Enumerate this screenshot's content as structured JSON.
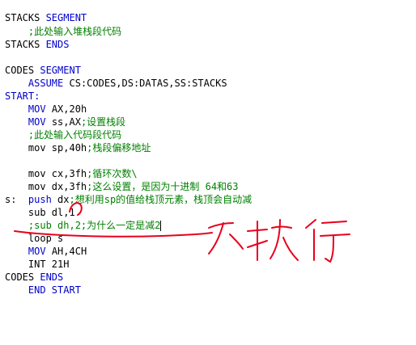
{
  "code": {
    "l1": {
      "a": "STACKS ",
      "b": "SEGMENT"
    },
    "l2": {
      "a": "    ",
      "c": ";此处输入堆栈段代码"
    },
    "l3": {
      "a": "STACKS ",
      "b": "ENDS"
    },
    "l5": {
      "a": "CODES ",
      "b": "SEGMENT"
    },
    "l6": {
      "a": "    ",
      "b": "ASSUME",
      "t": " CS:CODES,DS:DATAS,SS:STACKS"
    },
    "l7": {
      "a": "START:"
    },
    "l8": {
      "a": "    ",
      "b": "MOV",
      "t": " AX,20h"
    },
    "l9": {
      "a": "    ",
      "b": "MOV",
      "t": " ss,AX",
      "c": ";设置栈段"
    },
    "l10": {
      "a": "    ",
      "c": ";此处输入代码段代码"
    },
    "l11": {
      "a": "    ",
      "t": "mov sp,40h",
      "c": ";栈段偏移地址"
    },
    "l13": {
      "a": "    ",
      "t": "mov cx,3fh",
      "c": ";循环次数\\"
    },
    "l14": {
      "a": "    ",
      "t": "mov dx,3fh",
      "c": ";这么设置，是因为十进制 64和63"
    },
    "l15": {
      "a": "s:  ",
      "b": "push",
      "t": " dx",
      "c": ";想利用sp的值给栈顶元素，栈顶会自动减"
    },
    "l16": {
      "a": "    ",
      "t": "sub dl,1"
    },
    "l17": {
      "a": "    ",
      "c": ";sub dh,2;为什么一定是减2"
    },
    "l18": {
      "a": "    ",
      "t": "loop s"
    },
    "l19": {
      "a": "    ",
      "b": "MOV",
      "t": " AH,4CH"
    },
    "l20": {
      "a": "    ",
      "t": "INT 21H"
    },
    "l21": {
      "a": "CODES ",
      "b": "ENDS"
    },
    "l22": {
      "a": "    ",
      "b": "END START"
    }
  },
  "colors": {
    "keyword": "#0000cc",
    "comment": "#008000",
    "annotation_ink": "#e8001c"
  }
}
